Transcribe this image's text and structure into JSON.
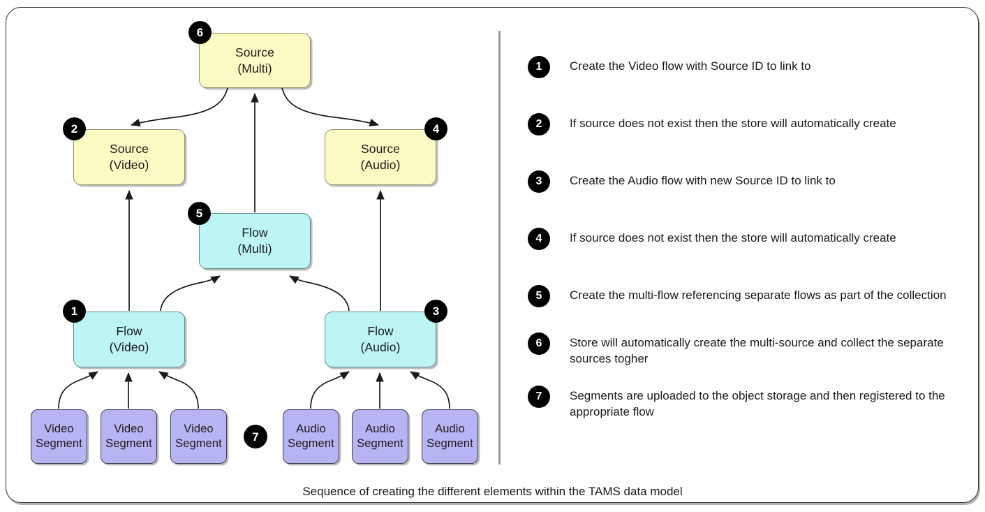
{
  "diagram": {
    "caption": "Sequence of creating the different elements within the TAMS data model",
    "colors": {
      "source_fill": "#fdfbc4",
      "flow_fill": "#bdf5f5",
      "segment_fill": "#b6b4f2",
      "badge_fill": "#000000",
      "frame_border": "#2b2b2b",
      "divider": "#9a9a9a"
    },
    "nodes": [
      {
        "id": "source-multi",
        "line1": "Source",
        "line2": "(Multi)",
        "badge": "6"
      },
      {
        "id": "source-video",
        "line1": "Source",
        "line2": "(Video)",
        "badge": "2"
      },
      {
        "id": "source-audio",
        "line1": "Source",
        "line2": "(Audio)",
        "badge": "4"
      },
      {
        "id": "flow-multi",
        "line1": "Flow",
        "line2": "(Multi)",
        "badge": "5"
      },
      {
        "id": "flow-video",
        "line1": "Flow",
        "line2": "(Video)",
        "badge": "1"
      },
      {
        "id": "flow-audio",
        "line1": "Flow",
        "line2": "(Audio)",
        "badge": "3"
      },
      {
        "id": "video-segment-1",
        "line1": "Video",
        "line2": "Segment",
        "badge": ""
      },
      {
        "id": "video-segment-2",
        "line1": "Video",
        "line2": "Segment",
        "badge": ""
      },
      {
        "id": "video-segment-3",
        "line1": "Video",
        "line2": "Segment",
        "badge": ""
      },
      {
        "id": "audio-segment-1",
        "line1": "Audio",
        "line2": "Segment",
        "badge": ""
      },
      {
        "id": "audio-segment-2",
        "line1": "Audio",
        "line2": "Segment",
        "badge": ""
      },
      {
        "id": "audio-segment-3",
        "line1": "Audio",
        "line2": "Segment",
        "badge": ""
      }
    ],
    "standalone_badge": "7"
  },
  "legend": {
    "items": [
      {
        "number": "1",
        "text": "Create the Video flow with Source ID to link to"
      },
      {
        "number": "2",
        "text": "If source does not exist then the store will automatically create"
      },
      {
        "number": "3",
        "text": "Create the Audio flow with new Source ID to link to"
      },
      {
        "number": "4",
        "text": "If source does not exist then the store will automatically create"
      },
      {
        "number": "5",
        "text": "Create the multi-flow referencing separate flows as part of the collection"
      },
      {
        "number": "6",
        "text": "Store will automatically create the multi-source and collect the separate sources togher"
      },
      {
        "number": "7",
        "text": "Segments are uploaded to the object storage and then registered to the appropriate flow"
      }
    ]
  }
}
